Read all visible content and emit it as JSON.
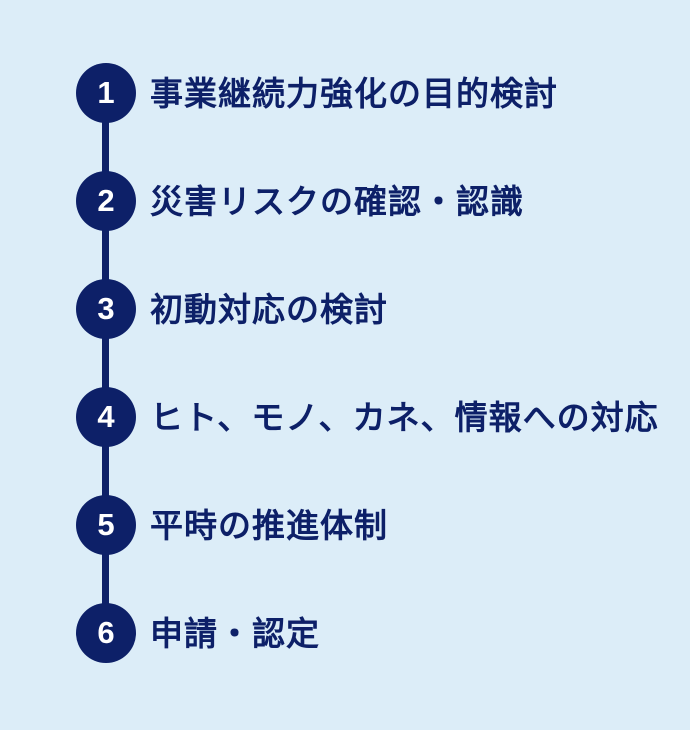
{
  "colors": {
    "background": "#dcedf8",
    "accent_navy": "#0d2068",
    "number_text": "#ffffff"
  },
  "diagram": {
    "type": "vertical-step-flow",
    "step_count": 6
  },
  "steps": [
    {
      "number": "1",
      "label": "事業継続力強化の目的検討"
    },
    {
      "number": "2",
      "label": "災害リスクの確認・認識"
    },
    {
      "number": "3",
      "label": "初動対応の検討"
    },
    {
      "number": "4",
      "label": "ヒト、モノ、カネ、情報への対応"
    },
    {
      "number": "5",
      "label": "平時の推進体制"
    },
    {
      "number": "6",
      "label": "申請・認定"
    }
  ]
}
